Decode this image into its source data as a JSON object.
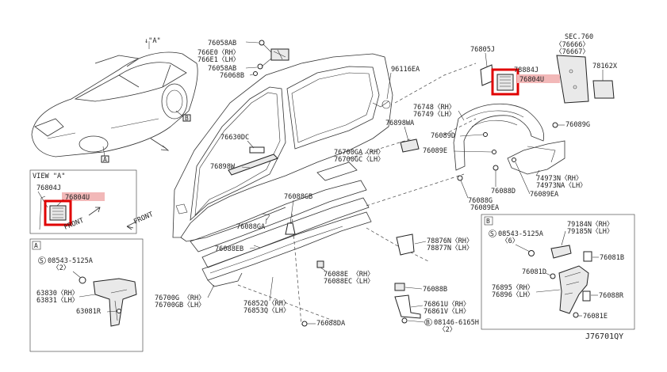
{
  "labels": {
    "view_a_arrow": "↓\"A\"",
    "ref_a": "A",
    "ref_b": "B",
    "view_a_title": "VIEW \"A\"",
    "p76804j_view": "76804J",
    "p76804u_view": "76804U",
    "front_view": "FRONT",
    "front_main": "FRONT",
    "p76058ab_top": "76058AB",
    "p766e0": "766E0〈RH〉",
    "p766e1": "766E1〈LH〉",
    "p76058ab_mid": "76058AB",
    "p76068b": "76068B",
    "p96116ea": "96116EA",
    "p76805j": "76805J",
    "p78884j": "78884J",
    "p76804u_main": "76804U",
    "sec_760": "SEC.760",
    "sec_76666": "〈76666〉",
    "sec_76667": "〈76667〉",
    "p78162x": "78162X",
    "p76748": "76748〈RH〉",
    "p76749": "76749〈LH〉",
    "p76898wa": "76898WA",
    "p76089g": "76089G",
    "p76089d": "76089D",
    "p76089e": "76089E",
    "p76630dc": "76630DC",
    "p76700ga": "76700GA〈RH〉",
    "p76700gc": "76700GC〈LH〉",
    "p76898w": "76898W",
    "p74973n": "74973N〈RH〉",
    "p74973na": "74973NA〈LH〉",
    "p76089ea_r": "76089EA",
    "p76088d": "76088D",
    "p76088g": "76088G",
    "p76089ea_b": "76089EA",
    "p76088gb": "76088GB",
    "p76088ga": "76088GA",
    "p76088eb": "76088EB",
    "p78876n": "78876N〈RH〉",
    "p78877n": "78877N〈LH〉",
    "p76088e": "76088E  〈RH〉",
    "p76088ec": "76088EC〈LH〉",
    "p76088b": "76088B",
    "p76861u": "76861U〈RH〉",
    "p76861v": "76861V〈LH〉",
    "p08146": "08146-6165H",
    "p08146_qty": "〈2〉",
    "p76700g": "76700G 〈RH〉",
    "p76700gb": "76700GB〈LH〉",
    "p76852q": "76852Q〈RH〉",
    "p76853q": "76853Q〈LH〉",
    "p76088da": "76088DA",
    "boxA_ref": "A",
    "boxA_screw": "08543-5125A",
    "boxA_qty": "〈2〉",
    "p63830": "63830〈RH〉",
    "p63831": "63831〈LH〉",
    "p63081r": "63081R",
    "boxB_ref": "B",
    "p79184n": "79184N〈RH〉",
    "p79185n": "79185N〈LH〉",
    "boxB_screw": "08543-5125A",
    "boxB_qty": "〈6〉",
    "p76081b": "76081B",
    "p76081d": "76081D",
    "p76895": "76895〈RH〉",
    "p76896": "76896〈LH〉",
    "p76088r": "76088R",
    "p76081e": "76081E",
    "figure_code": "J76701QY"
  },
  "colors": {
    "highlight": "#f2b8b8",
    "callout_box": "#e00000",
    "line": "#333333"
  },
  "icons": {
    "screw_symbol": "circled-s",
    "bolt_symbol": "circled-b"
  }
}
